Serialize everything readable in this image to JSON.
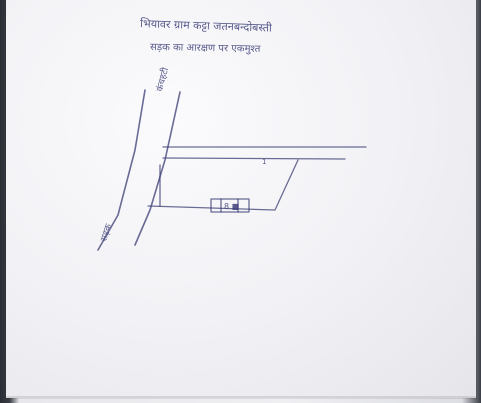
{
  "ink_color": "#3d3f78",
  "paper_color": "#f3f3f6",
  "handwriting": {
    "line_1": "भियावर ग्राम कट्टा जतनबन्दोबस्ती",
    "line_2": "सड़क का आरक्षण पर एकमुश्त",
    "road_label_top": "कंचहटी",
    "road_label_bottom": "सड़क",
    "plot_label": "8 ■",
    "small_mark": "1"
  }
}
